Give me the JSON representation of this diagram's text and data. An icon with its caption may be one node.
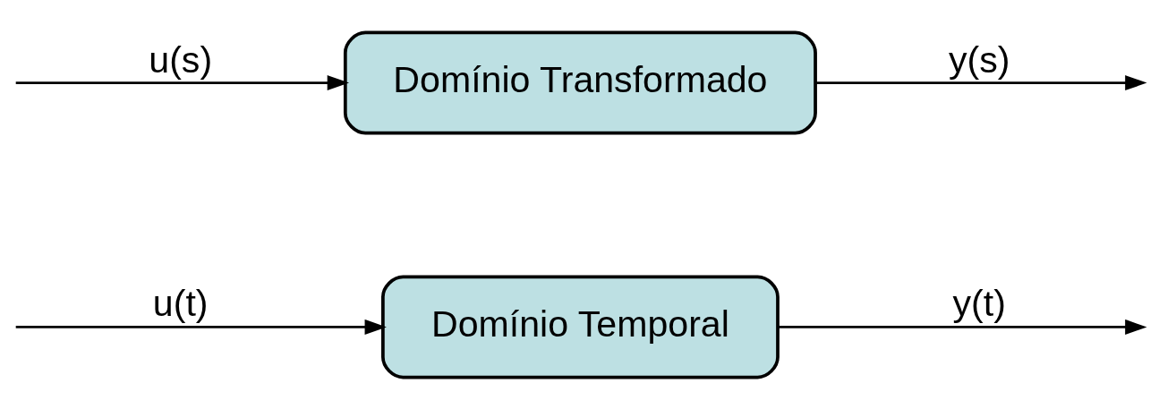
{
  "diagram": {
    "nodes": [
      {
        "text": [
          "Domínio Temporal"
        ]
      },
      {
        "text": [
          "Domínio Transformado"
        ]
      }
    ],
    "edges": [
      {
        "from": null,
        "to": 0,
        "arrow": "to",
        "label": "u(t)"
      },
      {
        "from": 0,
        "to": null,
        "arrow": "to",
        "label": "y(t)"
      },
      {
        "from": null,
        "to": 1,
        "arrow": "to",
        "label": "u(s)"
      },
      {
        "from": 1,
        "to": null,
        "arrow": "to",
        "label": "y(s)"
      }
    ]
  }
}
